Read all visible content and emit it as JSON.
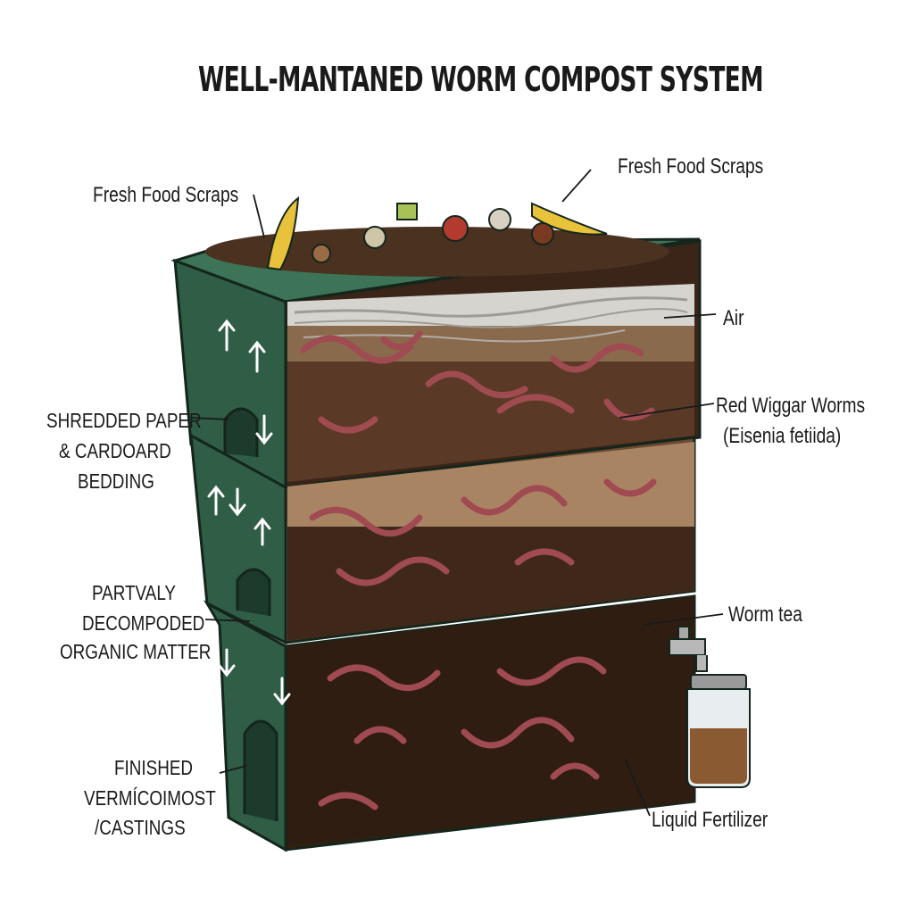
{
  "title": "WELL-MANTANED WORM COMPOST SYSTEM",
  "labels": {
    "food_left": "Fresh Food Scraps",
    "food_right": "Fresh Food Scraps",
    "air": "Air",
    "worms_line1": "Red Wiggar Worms",
    "worms_line2": "(Eisenia fetiida)",
    "bedding_line1": "SHREDDED PAPER",
    "bedding_line2": "& CARDOARD",
    "bedding_line3": "BEDDING",
    "partial_line1": "PARTVALY",
    "partial_line2": "DECOMPODED",
    "partial_line3": "ORGANIC MATTER",
    "worm_tea": "Worm tea",
    "finished_line1": "FINISHED",
    "finished_line2": "VERMÍCOIMOST",
    "finished_line3": "/CASTINGS",
    "liquid": "Liquid Fertilizer"
  },
  "colors": {
    "bin_green": "#2f5d45",
    "bin_dark": "#1d3b2c",
    "soil_dark": "#3a2518",
    "soil_mid": "#6b4a32",
    "soil_light": "#a98463",
    "worm": "#a04a52",
    "banana": "#e8c23a",
    "tea": "#8a5a32"
  },
  "icons": [
    "banana-icon",
    "worm-icon",
    "arrow-up-icon",
    "arrow-down-icon",
    "spigot-icon",
    "jar-icon"
  ]
}
